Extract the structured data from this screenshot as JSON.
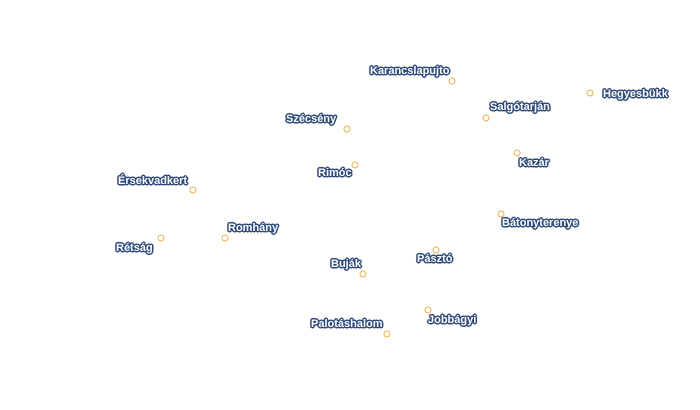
{
  "map": {
    "marker_color": "#e8b04a",
    "label_color": "#ffffff",
    "label_halo_color": "#2e4a7a",
    "places": [
      {
        "id": "karancslapujto",
        "name": "Karancslapujto"
      },
      {
        "id": "hegyesbukk",
        "name": "Hegyesbükk"
      },
      {
        "id": "salgotarjan",
        "name": "Salgótarján"
      },
      {
        "id": "szecseny",
        "name": "Szécsény"
      },
      {
        "id": "kazar",
        "name": "Kazár"
      },
      {
        "id": "rimoc",
        "name": "Rimóc"
      },
      {
        "id": "ersekvadkert",
        "name": "Érsekvadkert"
      },
      {
        "id": "batonyterenye",
        "name": "Bátonyterenye"
      },
      {
        "id": "romhany",
        "name": "Romhány"
      },
      {
        "id": "retsag",
        "name": "Rétság"
      },
      {
        "id": "pasztó",
        "name": "Pásztó"
      },
      {
        "id": "bujak",
        "name": "Buják"
      },
      {
        "id": "jobbagyi",
        "name": "Jobbágyi"
      },
      {
        "id": "palotashalom",
        "name": "Palotáshalom"
      }
    ]
  }
}
